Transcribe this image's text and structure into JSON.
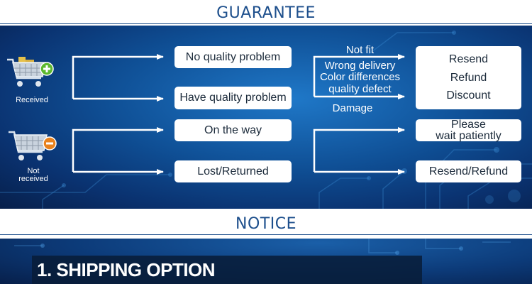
{
  "guarantee": {
    "title": "GUARANTEE",
    "received_label": "Received",
    "not_received_label_line1": "Not",
    "not_received_label_line2": "received",
    "options": {
      "no_quality_problem": "No quality problem",
      "have_quality_problem": "Have  quality problem",
      "on_the_way": "On the way",
      "lost_returned": "Lost/Returned"
    },
    "problem_labels": {
      "not_fit": "Not fit",
      "wrong_delivery": "Wrong delivery",
      "color_differences": "Color differences",
      "quality_defect": "quality defect",
      "damage": "Damage"
    },
    "results": {
      "resend": "Resend",
      "refund": "Refund",
      "discount": "Discount",
      "please": "Please",
      "wait_patiently": "wait patiently",
      "resend_refund": "Resend/Refund"
    },
    "colors": {
      "header_text": "#1d4f8c",
      "panel_blue": "#0f4f95",
      "plus_badge": "#5cb82e",
      "minus_badge": "#e8821e"
    },
    "icons": [
      "shopping-cart-plus-icon",
      "shopping-cart-minus-icon"
    ]
  },
  "notice": {
    "title": "NOTICE",
    "section_title": "1. SHIPPING OPTION"
  }
}
